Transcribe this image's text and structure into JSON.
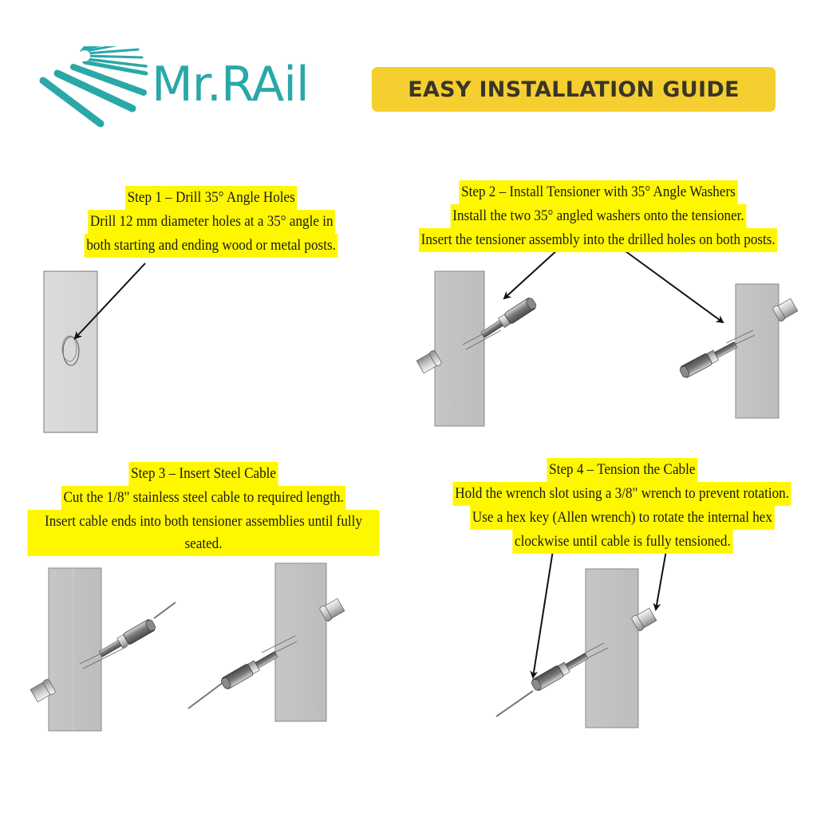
{
  "header": {
    "brand": "Mr.RAil",
    "brand_color": "#2aa8a8",
    "banner_label": "EASY INSTALLATION GUIDE",
    "banner_color": "#f4cf2f",
    "highlight_color": "#fff700"
  },
  "steps": [
    {
      "title": "Step 1 – Drill 35° Angle Holes",
      "lines": [
        "Drill 12 mm diameter holes at a 35° angle in",
        "both starting and ending wood or metal posts."
      ],
      "illustration": "post-with-drilled-hole"
    },
    {
      "title": "Step 2 – Install Tensioner with 35° Angle Washers",
      "lines": [
        "Install the two 35° angled washers onto the tensioner.",
        "Insert the tensioner assembly into the drilled holes on both posts."
      ],
      "illustration": "two-posts-with-tensioners"
    },
    {
      "title": "Step 3 – Insert Steel Cable",
      "lines": [
        "Cut the 1/8\" stainless steel cable to required length.",
        "Insert cable ends into both tensioner assemblies until fully seated."
      ],
      "illustration": "two-posts-with-cable-inserted"
    },
    {
      "title": "Step 4 – Tension the Cable",
      "lines": [
        "Hold the wrench slot using a 3/8\" wrench to prevent rotation.",
        "Use a hex key (Allen wrench) to rotate the internal hex",
        "clockwise until cable is fully tensioned."
      ],
      "illustration": "post-with-tensioner-and-hex-end"
    }
  ]
}
